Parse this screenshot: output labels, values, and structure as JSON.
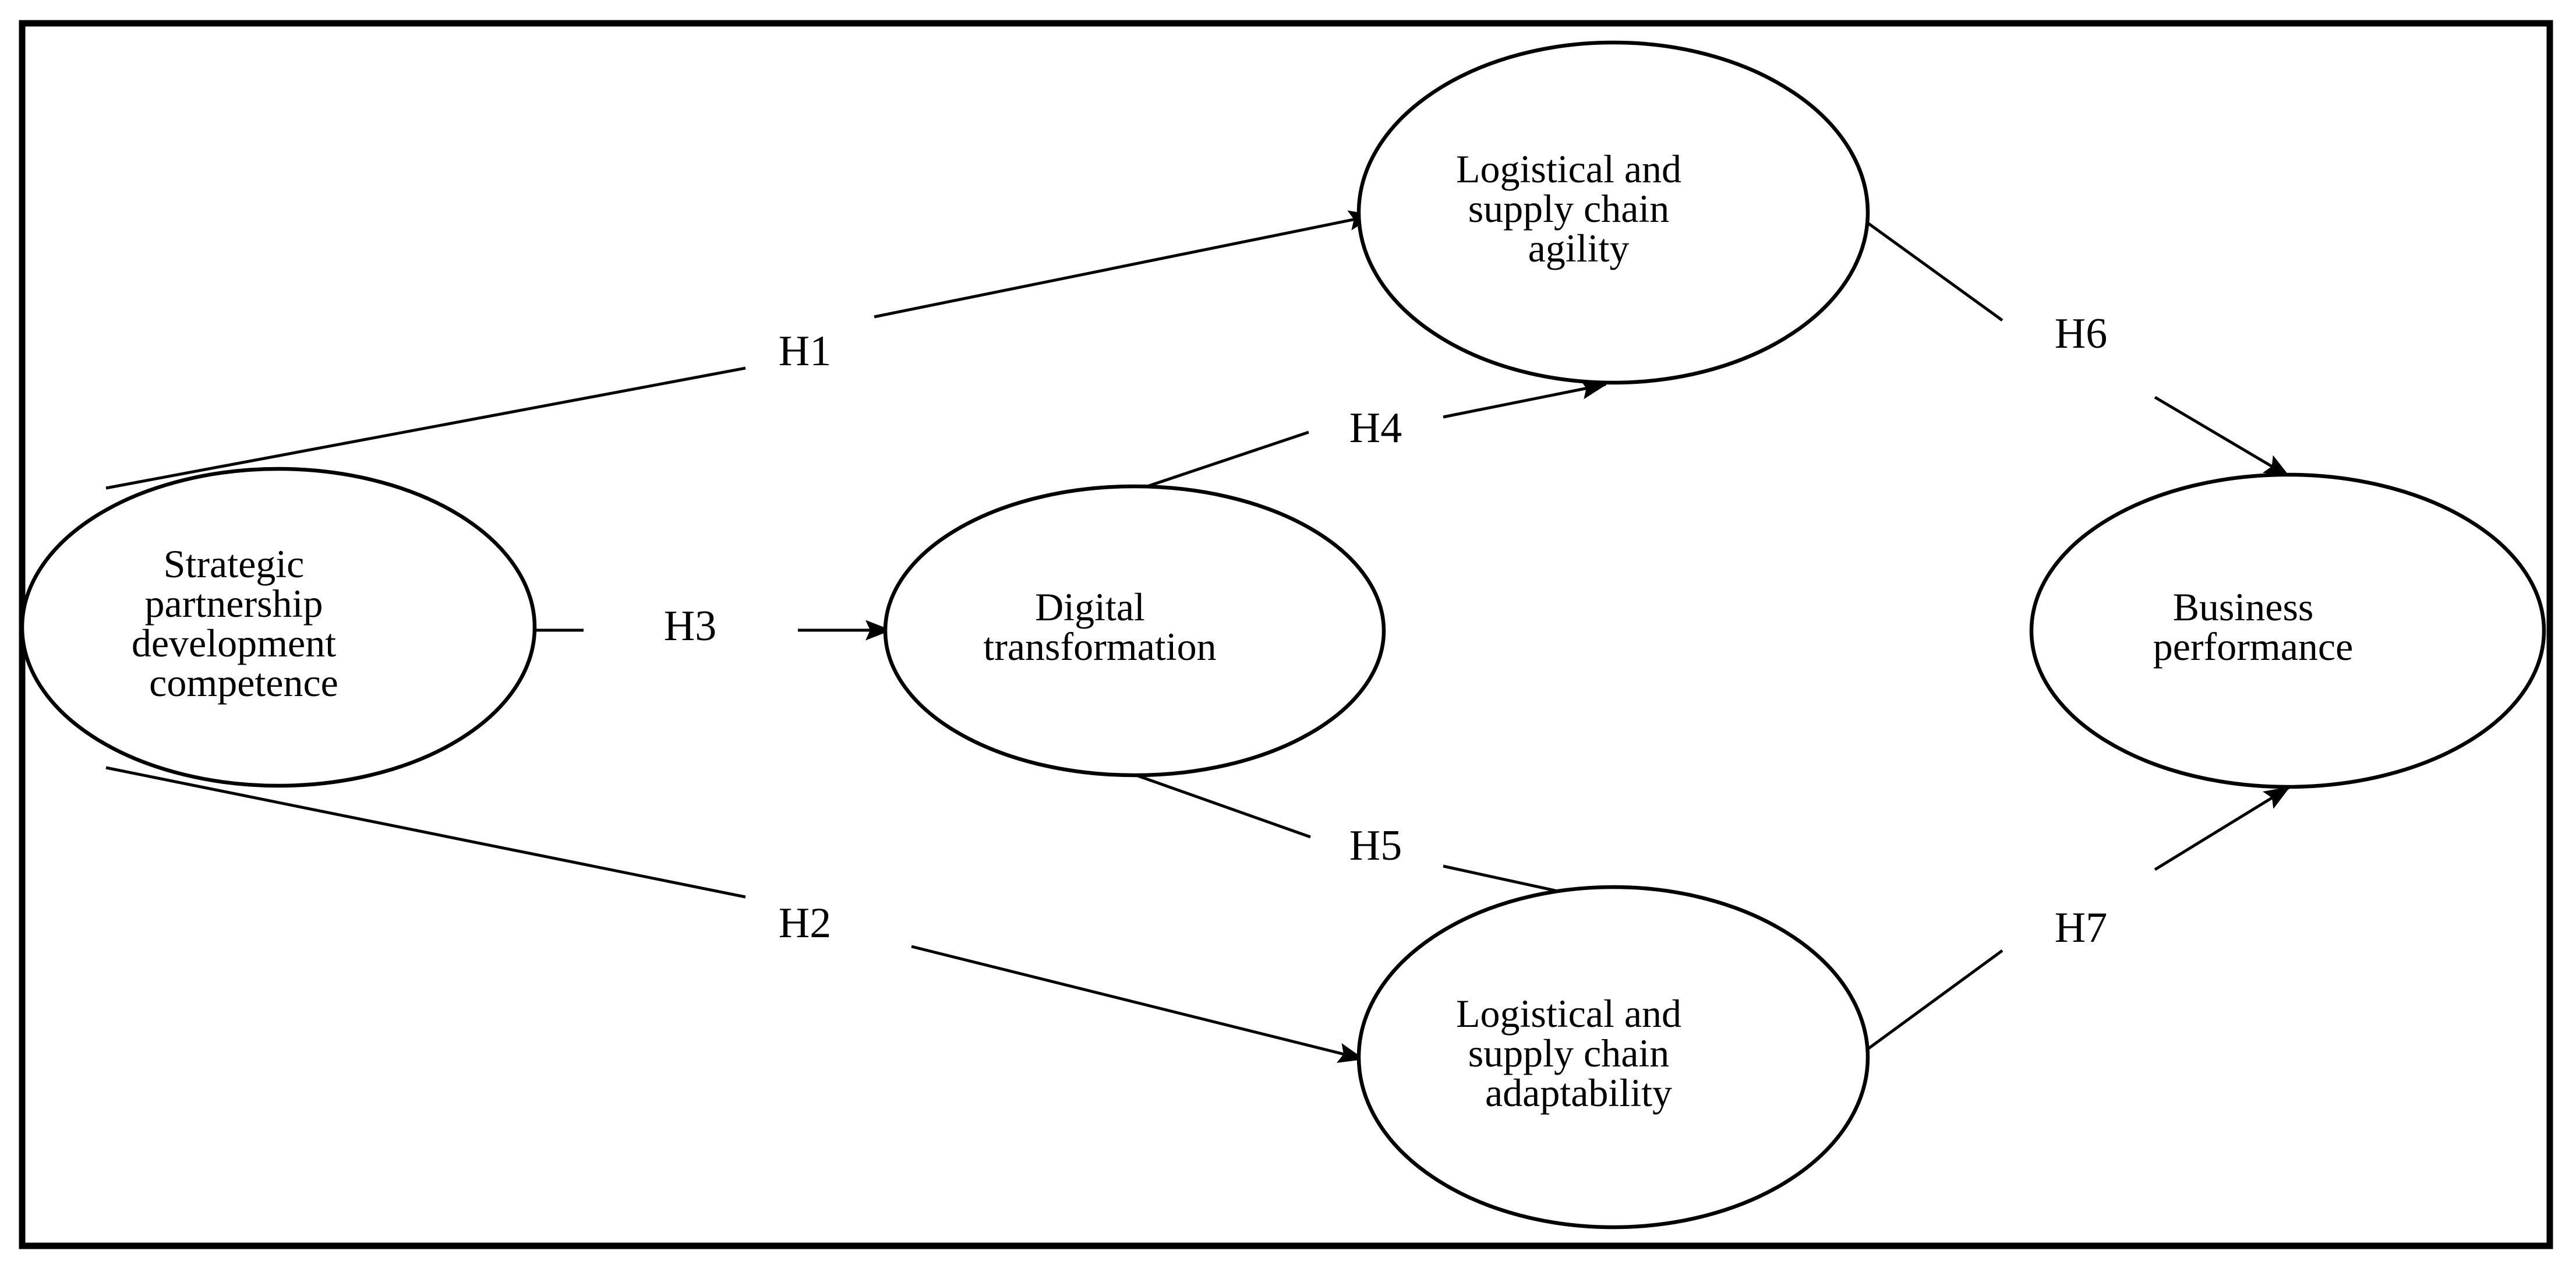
{
  "figure": {
    "kind": "conceptual-research-model",
    "border_color": "#000000",
    "line_color": "#000000",
    "background_color": "#ffffff"
  },
  "nodes": [
    {
      "id": "strategic-partnership",
      "lines": [
        "Strategic",
        "partnership",
        "development",
        "competence"
      ]
    },
    {
      "id": "digital-transformation",
      "lines": [
        "Digital",
        "transformation"
      ]
    },
    {
      "id": "sc-agility",
      "lines": [
        "Logistical and",
        "supply chain",
        "agility"
      ]
    },
    {
      "id": "sc-adaptability",
      "lines": [
        "Logistical and",
        "supply chain",
        "adaptability"
      ]
    },
    {
      "id": "business-performance",
      "lines": [
        "Business",
        "performance"
      ]
    }
  ],
  "edges": [
    {
      "id": "H1",
      "label": "H1",
      "from": "strategic-partnership",
      "to": "sc-agility"
    },
    {
      "id": "H2",
      "label": "H2",
      "from": "strategic-partnership",
      "to": "sc-adaptability"
    },
    {
      "id": "H3",
      "label": "H3",
      "from": "strategic-partnership",
      "to": "digital-transformation"
    },
    {
      "id": "H4",
      "label": "H4",
      "from": "digital-transformation",
      "to": "sc-agility"
    },
    {
      "id": "H5",
      "label": "H5",
      "from": "digital-transformation",
      "to": "sc-adaptability"
    },
    {
      "id": "H6",
      "label": "H6",
      "from": "sc-agility",
      "to": "business-performance"
    },
    {
      "id": "H7",
      "label": "H7",
      "from": "sc-adaptability",
      "to": "business-performance"
    }
  ]
}
